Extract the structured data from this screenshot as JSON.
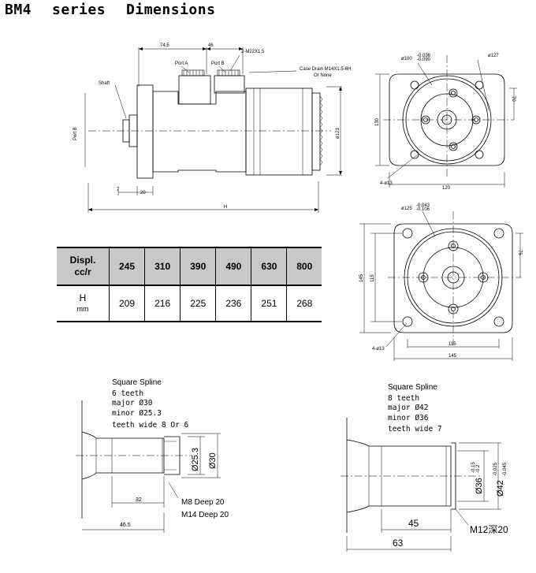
{
  "title": {
    "series": "BM4",
    "word1": "series",
    "word2": "Dimensions"
  },
  "side_view": {
    "dim_74_5": "74.5",
    "dim_46": "46",
    "port_thread": "2-M22X1.5",
    "port_a": "Port A",
    "port_b": "Port B",
    "shaft": "Shaft",
    "case_drain": "Case Drain M14X1.5-6H",
    "or_none": "Or None",
    "dim_7": "7",
    "dim_20": "20",
    "dim_h": "H",
    "dim_123": "ø123",
    "port_side": "Port B"
  },
  "front_view_top": {
    "dia_100": "ø100",
    "dia_100_tol": "-0.036",
    "dia_100_tol2": "-0.090",
    "dia_127": "ø127",
    "dim_70": "70",
    "dim_130": "130",
    "dim_120": "120",
    "holes": "4-ø13"
  },
  "front_view_bottom": {
    "dia_125": "ø125",
    "dia_125_tol": "-0.043",
    "dia_125_tol2": "-0.106",
    "dim_75": "75",
    "dim_145_v": "145",
    "dim_115_v": "115",
    "dim_115_h": "115",
    "dim_145_h": "145",
    "holes": "4-ø13"
  },
  "table": {
    "header_label_1": "Displ.",
    "header_label_2": "cc/r",
    "row_label_1": "H",
    "row_label_2": "mm",
    "columns": [
      "245",
      "310",
      "390",
      "490",
      "630",
      "800"
    ],
    "values": [
      "209",
      "216",
      "225",
      "236",
      "251",
      "268"
    ]
  },
  "spline_left": {
    "title": "Square Spline",
    "lines": [
      "6 teeth",
      "major Ø30",
      "minor Ø25.3",
      "teeth wide 8 Or 6"
    ],
    "dim_25_3": "Ø25.3",
    "dim_30": "Ø30",
    "dim_32": "32",
    "dim_46_5": "46.5",
    "note_m8": "M8 Deep 20",
    "note_m14": "M14 Deep 20"
  },
  "spline_right": {
    "title": "Square Spline",
    "lines": [
      "8 teeth",
      "major Ø42",
      "minor Ø36",
      "teeth wide 7"
    ],
    "dim_36": "Ø36",
    "tol_36a": "-0.15",
    "tol_36b": "-0.2",
    "dim_42": "Ø42",
    "tol_42a": "-0.025",
    "tol_42b": "-0.045",
    "dim_45": "45",
    "dim_63": "63",
    "note": "M12深20"
  }
}
